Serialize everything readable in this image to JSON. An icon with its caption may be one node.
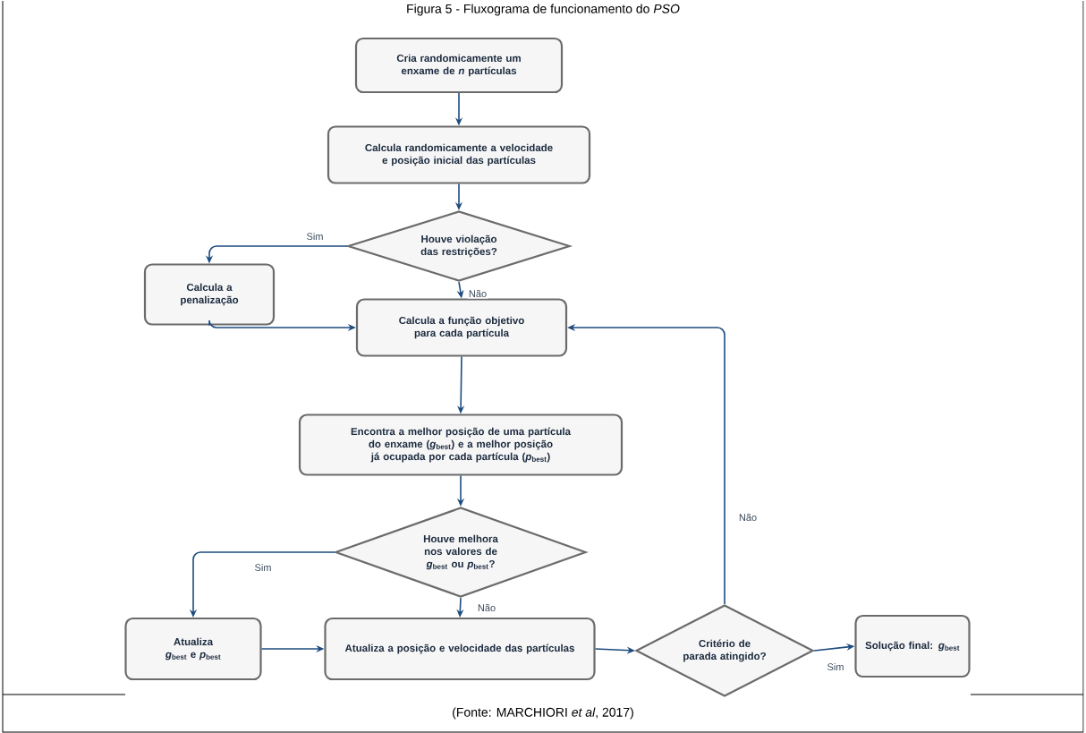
{
  "diagram": {
    "title": "Figura 5 - Fluxograma de funcionamento do *PSO*",
    "caption": "(Fonte: MARCHIORI *et al*, 2017)",
    "nodes": [
      {
        "text": [
          "Cria randomicamente um enxame de *n* partículas"
        ]
      },
      {
        "text": [
          "Calcula randomicamente a velocidade e posição inicial das partículas"
        ]
      },
      {
        "text": [
          "Houve violação das restrições?"
        ]
      },
      {
        "text": [
          "Calcula a penalização"
        ]
      },
      {
        "text": [
          "Calcula a função objetivo para cada partícula"
        ]
      },
      {
        "text": [
          "Encontra a melhor posição de uma partícula do enxame (*g*$_{best}$) e a melhor posição já ocupada por cada partícula (*p*$_{best}$)"
        ]
      },
      {
        "text": [
          "Houve melhora nos valores de *g*$_{best}$ ou *p*$_{best}$?"
        ]
      },
      {
        "text": [
          "Atualiza *g*$_{best}$ e *p*$_{best}$"
        ]
      },
      {
        "text": [
          "Atualiza a posição e velocidade das partículas"
        ]
      },
      {
        "text": [
          "Critério de parada atingido?"
        ]
      },
      {
        "text": [
          "Solução final: *g*$_{best}$"
        ]
      }
    ],
    "edges": [
      {
        "from": 0,
        "to": 1,
        "arrow": "to"
      },
      {
        "from": 1,
        "to": 2,
        "arrow": "to"
      },
      {
        "from": 2,
        "to": 3,
        "arrow": "to",
        "label": "Sim"
      },
      {
        "from": 2,
        "to": 4,
        "arrow": "to",
        "label": "Não"
      },
      {
        "from": 3,
        "to": 4,
        "arrow": "to"
      },
      {
        "from": 4,
        "to": 5,
        "arrow": "to"
      },
      {
        "from": 5,
        "to": 6,
        "arrow": "to"
      },
      {
        "from": 6,
        "to": 7,
        "arrow": "to",
        "label": "Sim"
      },
      {
        "from": 6,
        "to": 8,
        "arrow": "to",
        "label": "Não"
      },
      {
        "from": 7,
        "to": 8,
        "arrow": "to"
      },
      {
        "from": 8,
        "to": 9,
        "arrow": "to"
      },
      {
        "from": 9,
        "to": 10,
        "arrow": "to",
        "label": "Sim"
      },
      {
        "from": 9,
        "to": 4,
        "arrow": "to",
        "label": "Não"
      }
    ]
  }
}
